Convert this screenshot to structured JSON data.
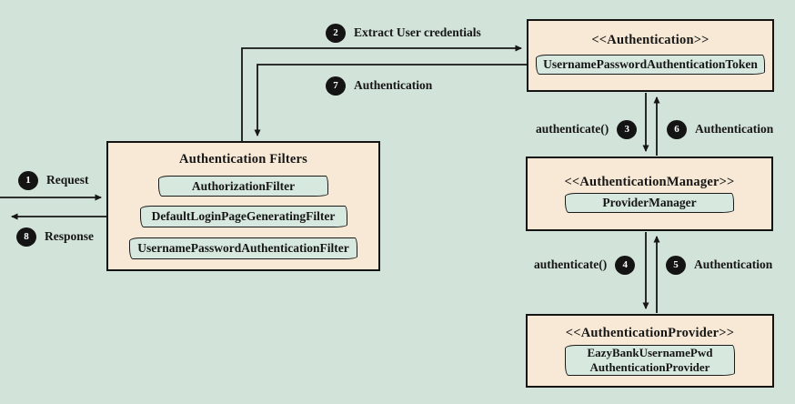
{
  "colors": {
    "background": "#d2e3d9",
    "box_fill": "#f8e9d6",
    "chip_fill": "#d7e8de",
    "line": "#161616",
    "badge_bg": "#141414",
    "badge_text": "#ffffff"
  },
  "boxes": {
    "filters": {
      "title": "Authentication Filters",
      "items": [
        "AuthorizationFilter",
        "DefaultLoginPageGeneratingFilter",
        "UsernamePasswordAuthenticationFilter"
      ]
    },
    "authentication": {
      "stereotype": "<<Authentication>>",
      "impl": "UsernamePasswordAuthenticationToken"
    },
    "manager": {
      "stereotype": "<<AuthenticationManager>>",
      "impl": "ProviderManager"
    },
    "provider": {
      "stereotype": "<<AuthenticationProvider>>",
      "impl_line1": "EazyBankUsernamePwd",
      "impl_line2": "AuthenticationProvider"
    }
  },
  "steps": {
    "s1": {
      "num": "1",
      "label": "Request"
    },
    "s2": {
      "num": "2",
      "label": "Extract User credentials"
    },
    "s3": {
      "num": "3",
      "label": "authenticate()"
    },
    "s4": {
      "num": "4",
      "label": "authenticate()"
    },
    "s5": {
      "num": "5",
      "label": "Authentication"
    },
    "s6": {
      "num": "6",
      "label": "Authentication"
    },
    "s7": {
      "num": "7",
      "label": "Authentication"
    },
    "s8": {
      "num": "8",
      "label": "Response"
    }
  }
}
